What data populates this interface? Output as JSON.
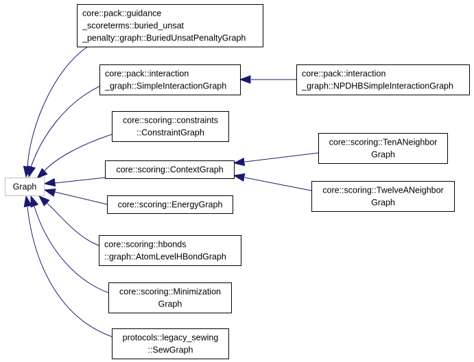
{
  "diagram": {
    "type": "inheritance-graph",
    "edge_color": "#191970",
    "root": {
      "id": "graph",
      "label": "Graph",
      "border_color": "#bfbfbf"
    },
    "nodes": [
      {
        "id": "buried",
        "lines": [
          "core::pack::guidance",
          "_scoreterms::buried_unsat",
          "_penalty::graph::BuriedUnsatPenaltyGraph"
        ],
        "align": "left",
        "parent": "graph"
      },
      {
        "id": "simple",
        "lines": [
          "core::pack::interaction",
          "_graph::SimpleInteractionGraph"
        ],
        "align": "left",
        "parent": "graph"
      },
      {
        "id": "npdhb",
        "lines": [
          "core::pack::interaction",
          "_graph::NPDHBSimpleInteractionGraph"
        ],
        "align": "left",
        "parent": "simple"
      },
      {
        "id": "constraint",
        "lines": [
          "core::scoring::constraints",
          "::ConstraintGraph"
        ],
        "align": "center",
        "parent": "graph"
      },
      {
        "id": "context",
        "lines": [
          "core::scoring::ContextGraph"
        ],
        "align": "center",
        "parent": "graph"
      },
      {
        "id": "tena",
        "lines": [
          "core::scoring::TenANeighbor",
          "Graph"
        ],
        "align": "center",
        "parent": "context"
      },
      {
        "id": "twelvea",
        "lines": [
          "core::scoring::TwelveANeighbor",
          "Graph"
        ],
        "align": "center",
        "parent": "context"
      },
      {
        "id": "energy",
        "lines": [
          "core::scoring::EnergyGraph"
        ],
        "align": "center",
        "parent": "graph"
      },
      {
        "id": "hbond",
        "lines": [
          "core::scoring::hbonds",
          "::graph::AtomLevelHBondGraph"
        ],
        "align": "left",
        "parent": "graph"
      },
      {
        "id": "minimization",
        "lines": [
          "core::scoring::Minimization",
          "Graph"
        ],
        "align": "center",
        "parent": "graph"
      },
      {
        "id": "sew",
        "lines": [
          "protocols::legacy_sewing",
          "::SewGraph"
        ],
        "align": "center",
        "parent": "graph"
      }
    ]
  }
}
